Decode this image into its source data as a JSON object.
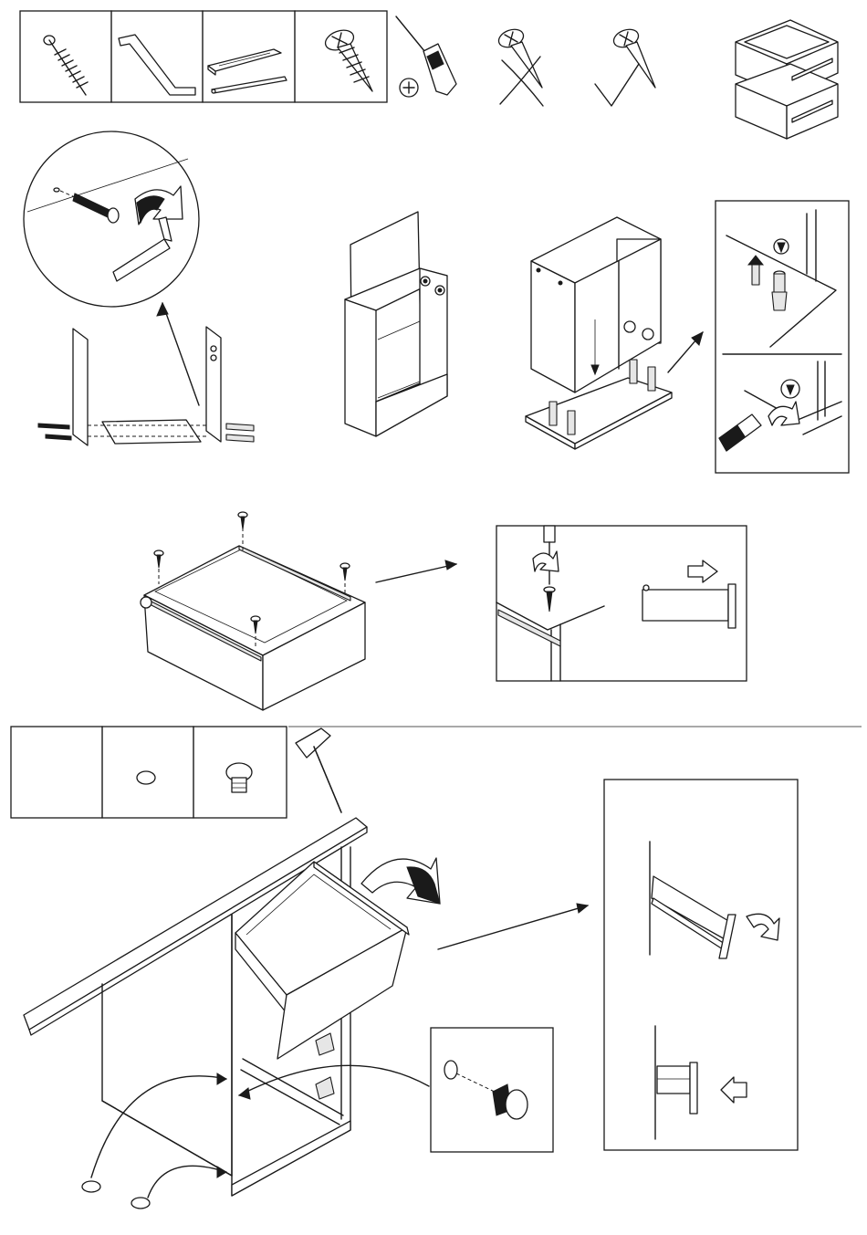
{
  "document": {
    "type": "assembly-instructions",
    "colors": {
      "line": "#1a1a1a",
      "fill": "#ffffff",
      "shade": "#e6e6e6"
    },
    "parts_row": [
      {
        "icon": "cam-bolt-icon"
      },
      {
        "icon": "allen-key-icon"
      },
      {
        "icon": "drawer-runners-icon"
      },
      {
        "icon": "wood-screw-icon"
      }
    ],
    "tools": [
      "phillips-screwdriver-icon",
      "no-power-drill-icon",
      "manual-screwdriver-ok-icon",
      "two-drawers-icon"
    ],
    "steps": [
      "step-side-panels-cam-bolts",
      "step-back-panel",
      "step-dowels-base",
      "step-runners-screws",
      "step-runner-detail",
      "step-feet-and-drawer-insert",
      "step-drawer-runner-detail"
    ],
    "feet_parts": [
      {
        "icon": "empty-slot"
      },
      {
        "icon": "felt-pad-icon"
      },
      {
        "icon": "nail-in-glide-icon"
      }
    ]
  }
}
